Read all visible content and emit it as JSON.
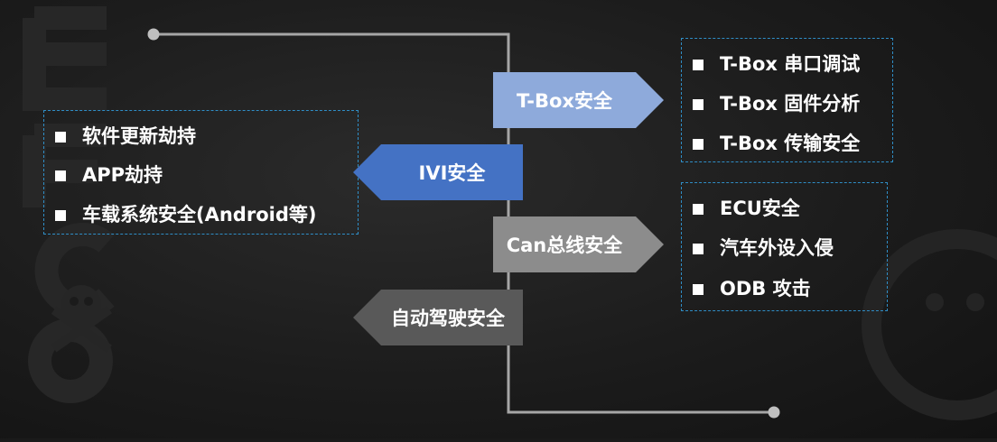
{
  "colors": {
    "tbox_arrow": "#8eaadb",
    "ivi_arrow": "#4472c4",
    "can_arrow": "#8c8c8c",
    "autodrive_arrow": "#595959",
    "line": "#a6a6a6",
    "box_border": "#2f8ec7"
  },
  "nodes": {
    "tbox": "T-Box安全",
    "ivi": "IVI安全",
    "can": "Can总线安全",
    "autodrive": "自动驾驶安全"
  },
  "ivi_box": {
    "items": [
      "软件更新劫持",
      "APP劫持",
      "车载系统安全(Android等)"
    ]
  },
  "tbox_box": {
    "items": [
      "T-Box 串口调试",
      "T-Box 固件分析",
      "T-Box 传输安全"
    ]
  },
  "can_box": {
    "items": [
      "ECU安全",
      "汽车外设入侵",
      "ODB 攻击"
    ]
  }
}
